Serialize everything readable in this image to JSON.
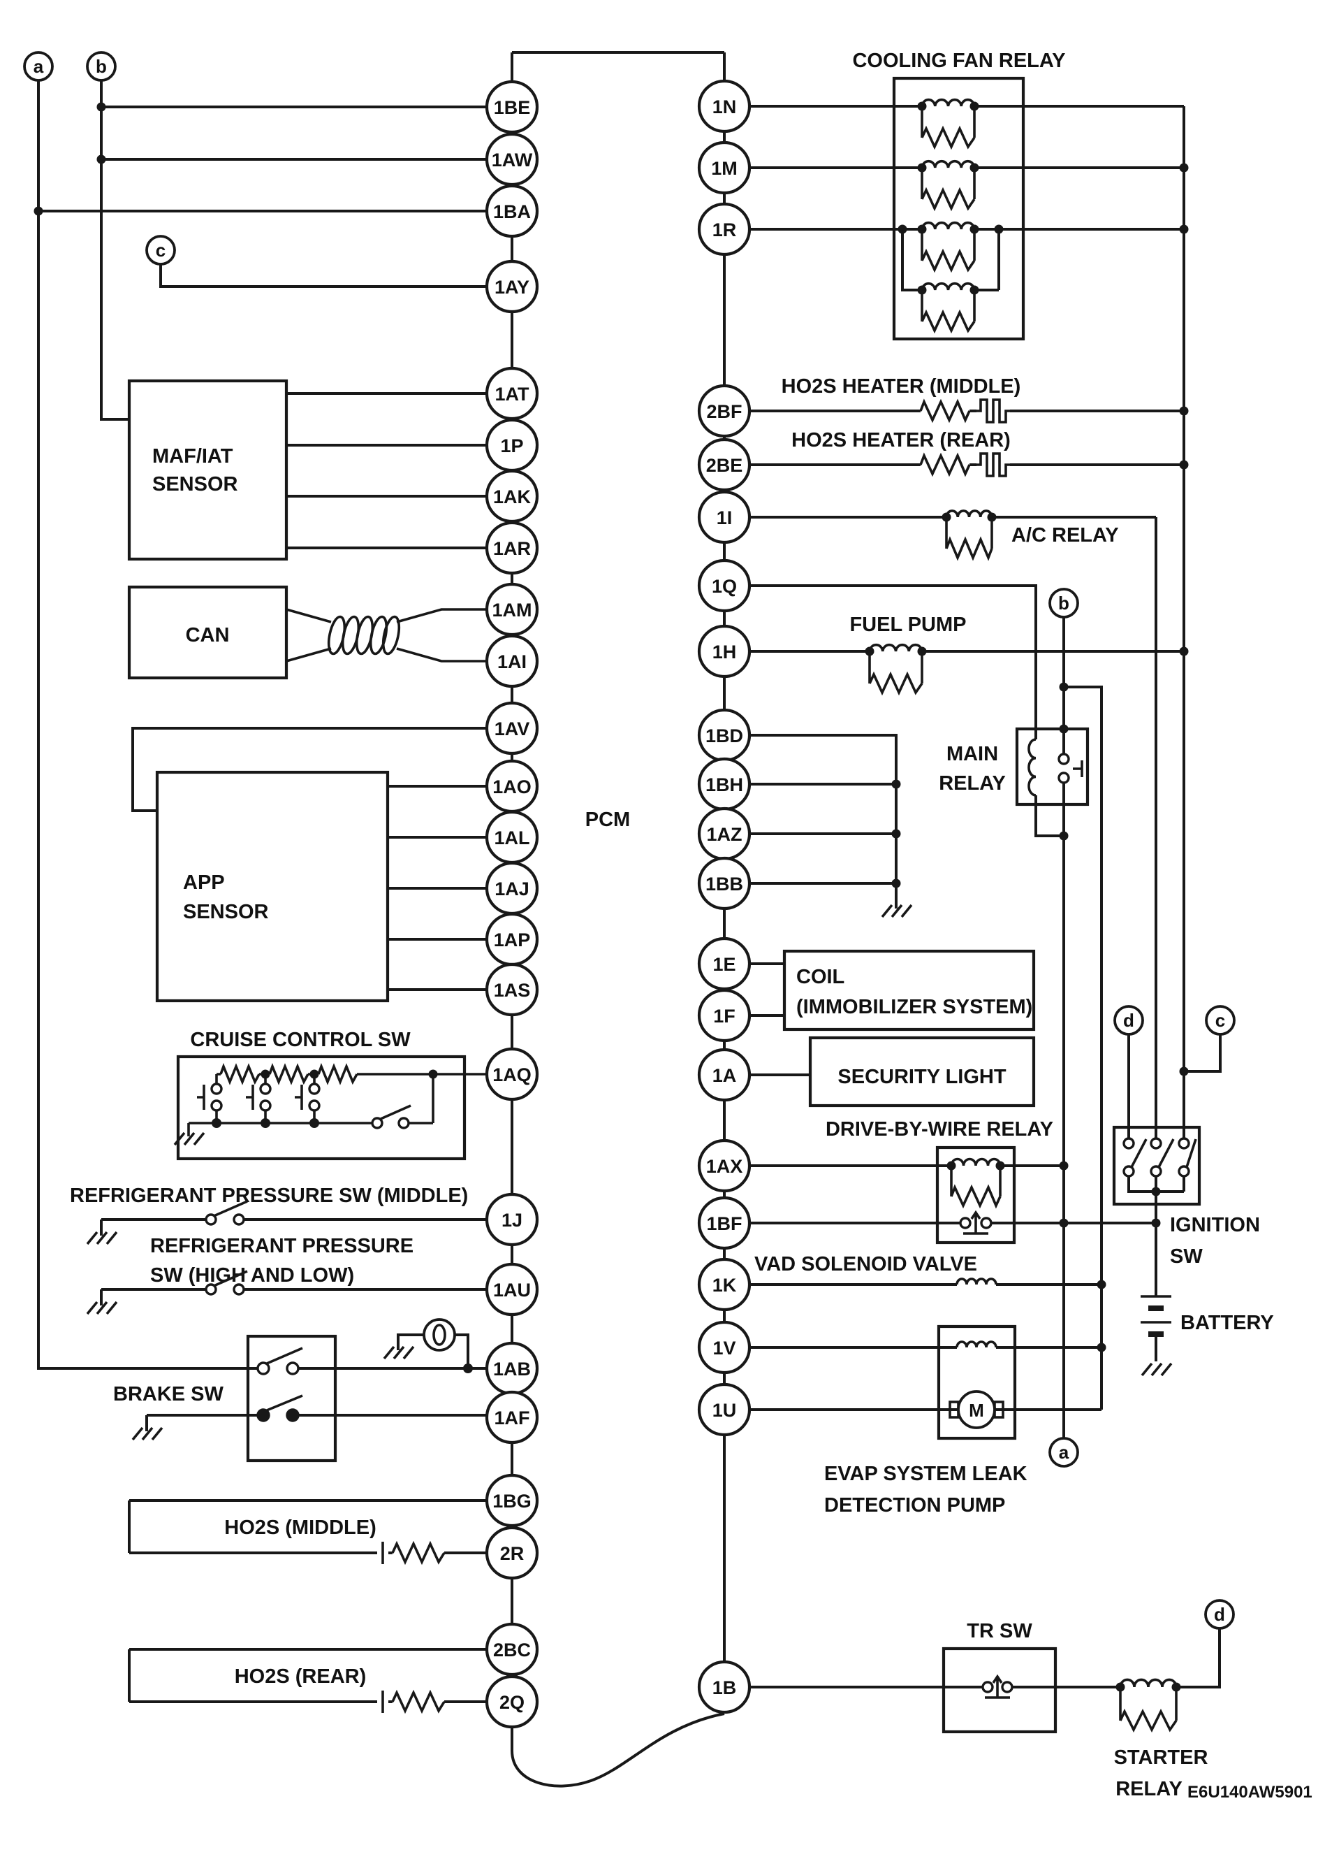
{
  "pcm": "PCM",
  "doc_code": "E6U140AW5901",
  "nodes": {
    "a": "a",
    "b": "b",
    "c": "c",
    "d": "d"
  },
  "pins": {
    "left": [
      "1BE",
      "1AW",
      "1BA",
      "1AY",
      "1AT",
      "1P",
      "1AK",
      "1AR",
      "1AM",
      "1AI",
      "1AV",
      "1AO",
      "1AL",
      "1AJ",
      "1AP",
      "1AS",
      "1AQ",
      "1J",
      "1AU",
      "1AB",
      "1AF",
      "1BG",
      "2R",
      "2BC",
      "2Q"
    ],
    "right": [
      "1N",
      "1M",
      "1R",
      "2BF",
      "2BE",
      "1I",
      "1Q",
      "1H",
      "1BD",
      "1BH",
      "1AZ",
      "1BB",
      "1E",
      "1F",
      "1A",
      "1AX",
      "1BF",
      "1K",
      "1V",
      "1U",
      "1B"
    ]
  },
  "labels": {
    "cooling_fan_relay": "COOLING FAN RELAY",
    "ho2s_heater_middle": "HO2S HEATER (MIDDLE)",
    "ho2s_heater_rear": "HO2S HEATER (REAR)",
    "ac_relay": "A/C RELAY",
    "fuel_pump": "FUEL PUMP",
    "main_relay_1": "MAIN",
    "main_relay_2": "RELAY",
    "coil_1": "COIL",
    "coil_2": "(IMMOBILIZER SYSTEM)",
    "security_light": "SECURITY LIGHT",
    "drive_by_wire_relay": "DRIVE-BY-WIRE RELAY",
    "vad_solenoid_valve": "VAD SOLENOID VALVE",
    "evap_1": "EVAP SYSTEM LEAK",
    "evap_2": "DETECTION PUMP",
    "ignition_1": "IGNITION",
    "ignition_2": "SW",
    "battery": "BATTERY",
    "tr_sw": "TR SW",
    "starter_1": "STARTER",
    "starter_2": "RELAY",
    "maf_1": "MAF/IAT",
    "maf_2": "SENSOR",
    "can": "CAN",
    "app_1": "APP",
    "app_2": "SENSOR",
    "cruise_control_sw": "CRUISE CONTROL SW",
    "refrigerant_middle": "REFRIGERANT PRESSURE  SW (MIDDLE)",
    "refrigerant_hl_1": "REFRIGERANT PRESSURE",
    "refrigerant_hl_2": "SW (HIGH AND LOW)",
    "brake_sw": "BRAKE SW",
    "ho2s_middle": "HO2S (MIDDLE)",
    "ho2s_rear": "HO2S (REAR)",
    "motor": "M"
  }
}
